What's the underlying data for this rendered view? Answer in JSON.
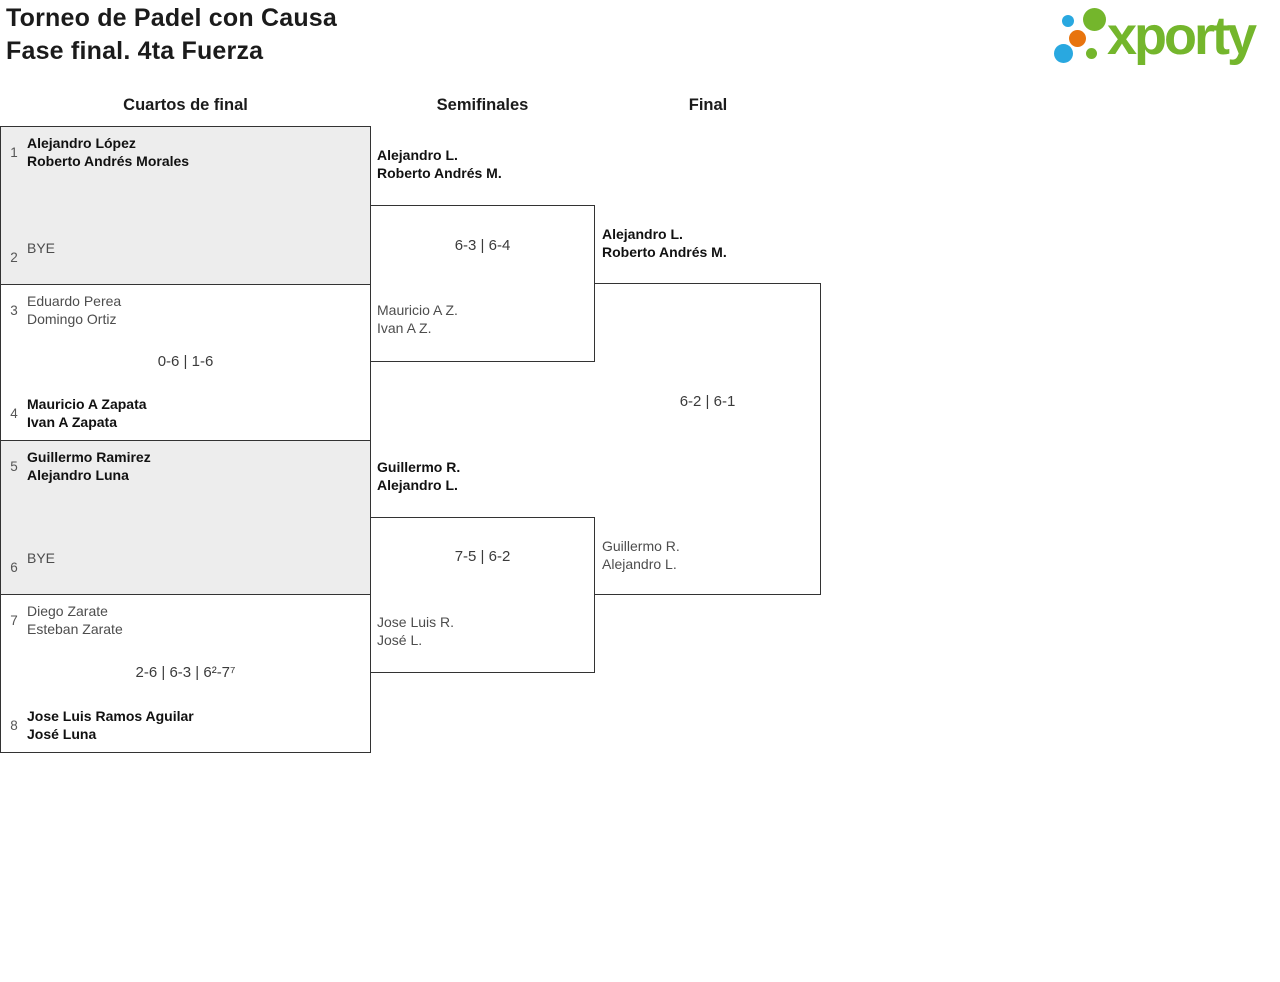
{
  "title": {
    "line1": "Torneo de Padel con Causa",
    "line2": "Fase final. 4ta Fuerza"
  },
  "logo": {
    "brand": "xporty"
  },
  "round_headers": {
    "quarterfinals": "Cuartos de final",
    "semifinals": "Semifinales",
    "final": "Final"
  },
  "bracket": {
    "quarterfinals": [
      {
        "top_seed": "1",
        "top_line1": "Alejandro López",
        "top_line2": "Roberto Andrés Morales",
        "score": "",
        "bottom_seed": "2",
        "bottom_line1": "BYE",
        "bottom_line2": ""
      },
      {
        "top_seed": "3",
        "top_line1": "Eduardo Perea",
        "top_line2": "Domingo Ortiz",
        "score": "0-6 | 1-6",
        "bottom_seed": "4",
        "bottom_line1": "Mauricio A Zapata",
        "bottom_line2": "Ivan A Zapata"
      },
      {
        "top_seed": "5",
        "top_line1": "Guillermo Ramirez",
        "top_line2": "Alejandro Luna",
        "score": "",
        "bottom_seed": "6",
        "bottom_line1": "BYE",
        "bottom_line2": ""
      },
      {
        "top_seed": "7",
        "top_line1": "Diego Zarate",
        "top_line2": "Esteban Zarate",
        "score": "2-6 | 6-3 | 6²-7⁷",
        "bottom_seed": "8",
        "bottom_line1": "Jose Luis Ramos Aguilar",
        "bottom_line2": "José Luna"
      }
    ],
    "semifinals": [
      {
        "top_line1": "Alejandro L.",
        "top_line2": "Roberto Andrés M.",
        "score": "6-3 | 6-4",
        "bottom_line1": "Mauricio A Z.",
        "bottom_line2": "Ivan A Z."
      },
      {
        "top_line1": "Guillermo R.",
        "top_line2": "Alejandro L.",
        "score": "7-5 | 6-2",
        "bottom_line1": "Jose Luis R.",
        "bottom_line2": "José L."
      }
    ],
    "final": {
      "top_line1": "Alejandro L.",
      "top_line2": "Roberto Andrés M.",
      "score": "6-2 | 6-1",
      "bottom_line1": "Guillermo R.",
      "bottom_line2": "Alejandro L."
    }
  },
  "colors": {
    "brand_green": "#74b62c",
    "brand_blue": "#29a8e0",
    "brand_orange": "#e8740e",
    "match_box_gray": "#ededed",
    "border": "#333333",
    "winner_text": "#111111",
    "team_text": "#4d4d4d"
  }
}
